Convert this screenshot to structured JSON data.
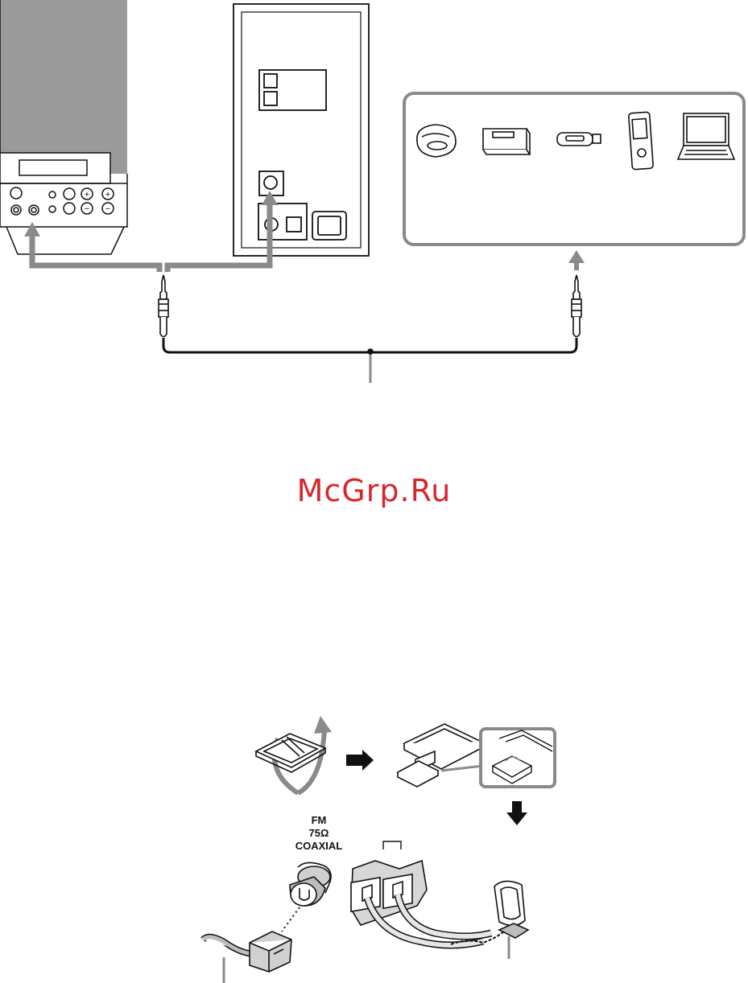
{
  "watermark": "McGrp.Ru",
  "antenna": {
    "fm_line1": "FM",
    "fm_line2": "75Ω",
    "fm_line3": "COAXIAL"
  },
  "colors": {
    "arrow_gray": "#8a8a8a",
    "panel_gray": "#9a9a9a",
    "watermark_red": "#d8262b",
    "line": "#111111"
  },
  "icons": [
    "cd-player-icon",
    "md-player-icon",
    "usb-stick-icon",
    "portable-player-icon",
    "laptop-icon"
  ]
}
